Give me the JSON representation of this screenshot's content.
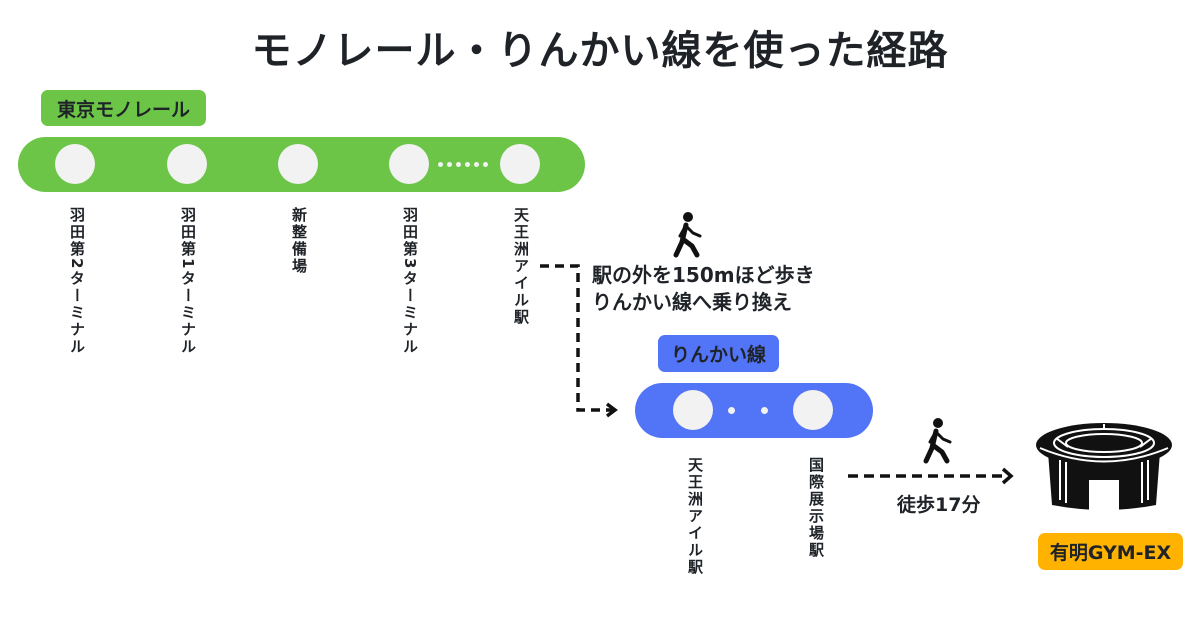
{
  "title": "モノレール・りんかい線を使った経路",
  "monorail": {
    "label": "東京モノレール",
    "color": "#6cc547",
    "stations": [
      "羽田第2ターミナル",
      "羽田第1ターミナル",
      "新整備場",
      "羽田第3ターミナル",
      "天王洲アイル駅"
    ]
  },
  "transfer": {
    "note_line1": "駅の外を150mほど歩き",
    "note_line2": "りんかい線へ乗り換え",
    "icon": "walking-person-icon"
  },
  "rinkai": {
    "label": "りんかい線",
    "color": "#5274f7",
    "stations": [
      "天王洲アイル駅",
      "国際展示場駅"
    ]
  },
  "walk": {
    "label": "徒歩17分",
    "icon": "walking-person-icon"
  },
  "destination": {
    "label": "有明GYM-EX",
    "color": "#ffb300",
    "icon": "stadium-icon"
  }
}
